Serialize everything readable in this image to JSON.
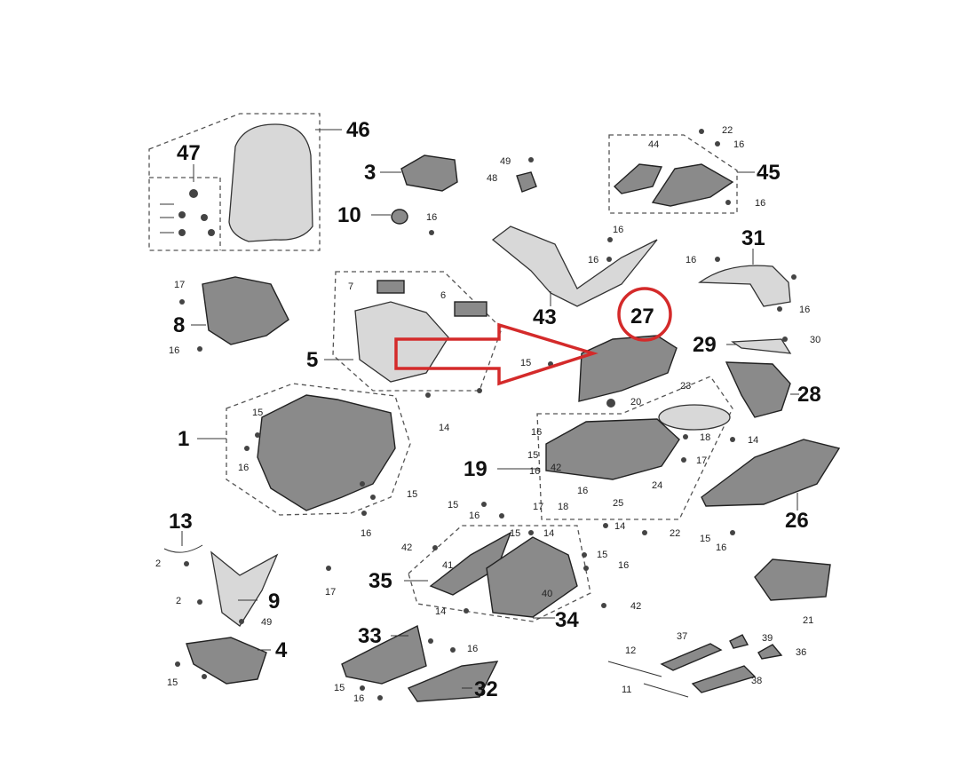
{
  "highlight": {
    "color": "#d42a2a"
  },
  "big_labels": [
    "46",
    "47",
    "3",
    "10",
    "45",
    "31",
    "8",
    "5",
    "43",
    "27",
    "29",
    "28",
    "1",
    "19",
    "26",
    "13",
    "9",
    "4",
    "35",
    "34",
    "33",
    "32"
  ],
  "small_labels": [
    "22",
    "16",
    "44",
    "49",
    "48",
    "16",
    "16",
    "16",
    "16",
    "16",
    "17",
    "16",
    "7",
    "6",
    "15",
    "14",
    "20",
    "23",
    "30",
    "16",
    "18",
    "17",
    "14",
    "15",
    "16",
    "15",
    "16",
    "16",
    "15",
    "16",
    "16",
    "15",
    "16",
    "15",
    "14",
    "42",
    "17",
    "18",
    "25",
    "24",
    "14",
    "22",
    "15",
    "16",
    "21",
    "42",
    "41",
    "15",
    "16",
    "2",
    "2",
    "40",
    "14",
    "42",
    "17",
    "49",
    "15",
    "16",
    "12",
    "11",
    "37",
    "38",
    "39",
    "36",
    "15",
    "16"
  ]
}
